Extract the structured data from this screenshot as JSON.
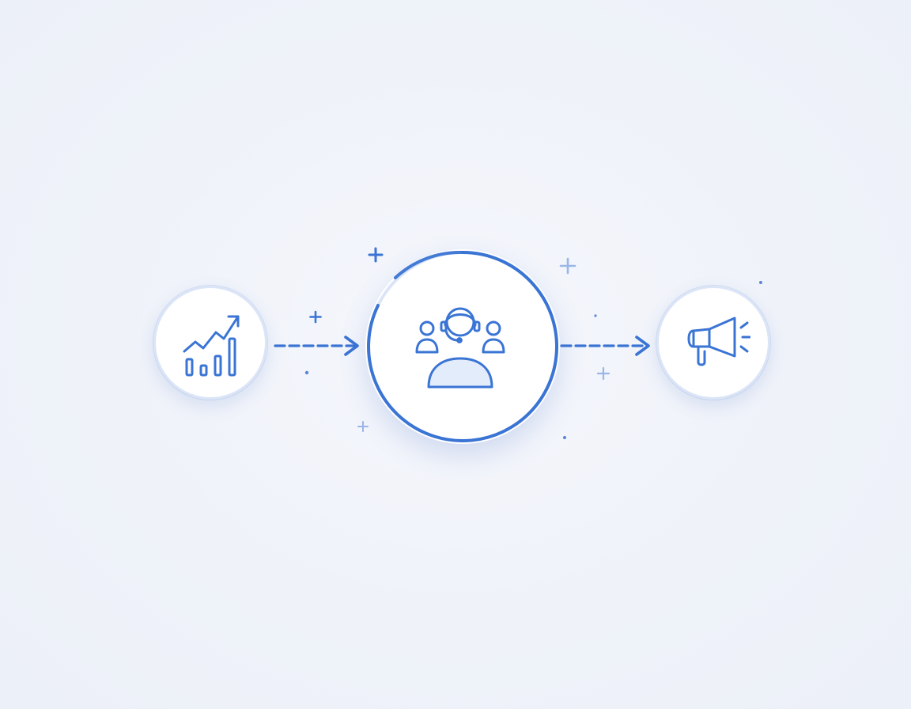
{
  "diagram": {
    "nodes": [
      {
        "id": "analytics",
        "icon": "growth-chart-icon"
      },
      {
        "id": "support",
        "icon": "support-agent-team-icon"
      },
      {
        "id": "campaign",
        "icon": "megaphone-icon"
      }
    ],
    "edges": [
      {
        "from": "analytics",
        "to": "support",
        "style": "dashed-arrow"
      },
      {
        "from": "support",
        "to": "campaign",
        "style": "dashed-arrow"
      }
    ]
  },
  "colors": {
    "accent": "#3a74d4",
    "accent_light": "#8fb0e8",
    "node_fill": "#ffffff",
    "node_ring": "#dbe5f7",
    "background": "#eff2f9"
  }
}
